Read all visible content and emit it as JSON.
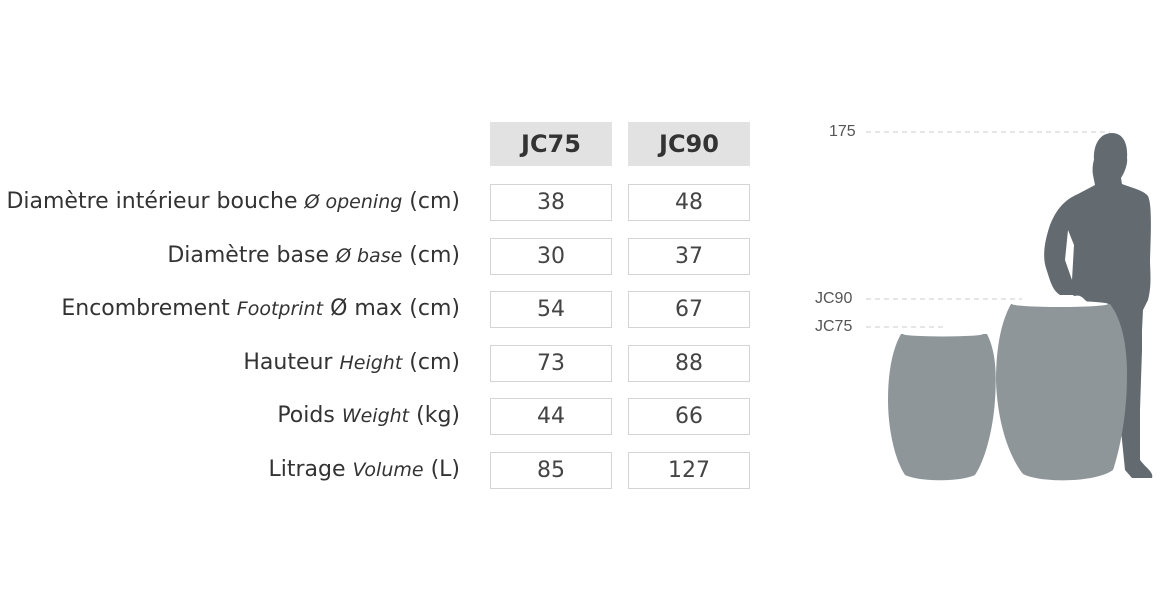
{
  "columns": [
    "JC75",
    "JC90"
  ],
  "rows": [
    {
      "label": "Diamètre intérieur bouche",
      "label_en": "Ø opening",
      "unit": "(cm)",
      "values": [
        "38",
        "48"
      ]
    },
    {
      "label": "Diamètre base",
      "label_en": "Ø base",
      "unit": "(cm)",
      "values": [
        "30",
        "37"
      ]
    },
    {
      "label": "Encombrement",
      "label_en": "Footprint",
      "unit": "Ø max (cm)",
      "values": [
        "54",
        "67"
      ]
    },
    {
      "label": "Hauteur",
      "label_en": "Height",
      "unit": "(cm)",
      "values": [
        "73",
        "88"
      ]
    },
    {
      "label": "Poids",
      "label_en": "Weight",
      "unit": "(kg)",
      "values": [
        "44",
        "66"
      ]
    },
    {
      "label": "Litrage",
      "label_en": "Volume",
      "unit": "(L)",
      "values": [
        "85",
        "127"
      ]
    }
  ],
  "diagram": {
    "person_height": "175",
    "jc90_label": "JC90",
    "jc75_label": "JC75",
    "colors": {
      "pot": "#8e969a",
      "person": "#636b71",
      "dash": "#cccccc"
    }
  }
}
